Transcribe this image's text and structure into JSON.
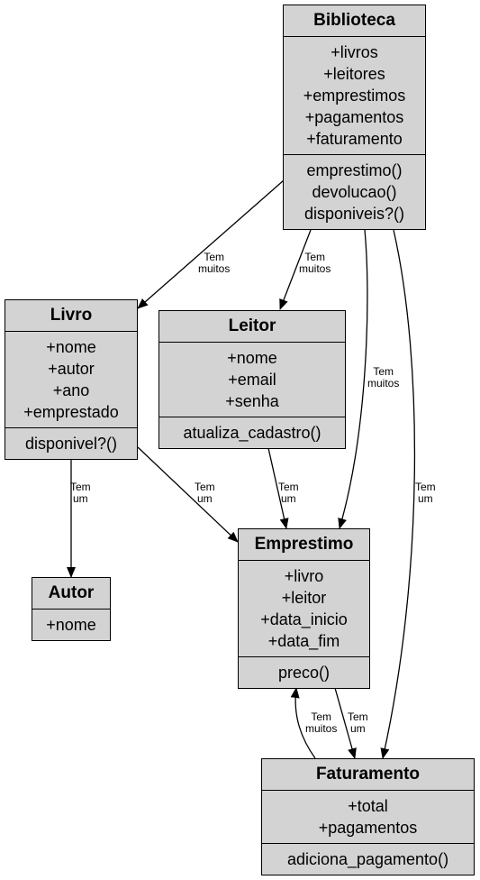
{
  "classes": {
    "biblioteca": {
      "name": "Biblioteca",
      "attributes": [
        "+livros",
        "+leitores",
        "+emprestimos",
        "+pagamentos",
        "+faturamento"
      ],
      "methods": [
        "emprestimo()",
        "devolucao()",
        "disponiveis?()"
      ]
    },
    "livro": {
      "name": "Livro",
      "attributes": [
        "+nome",
        "+autor",
        "+ano",
        "+emprestado"
      ],
      "methods": [
        "disponivel?()"
      ]
    },
    "leitor": {
      "name": "Leitor",
      "attributes": [
        "+nome",
        "+email",
        "+senha"
      ],
      "methods": [
        "atualiza_cadastro()"
      ]
    },
    "autor": {
      "name": "Autor",
      "attributes": [
        "+nome"
      ],
      "methods": []
    },
    "emprestimo": {
      "name": "Emprestimo",
      "attributes": [
        "+livro",
        "+leitor",
        "+data_inicio",
        "+data_fim"
      ],
      "methods": [
        "preco()"
      ]
    },
    "faturamento": {
      "name": "Faturamento",
      "attributes": [
        "+total",
        "+pagamentos"
      ],
      "methods": [
        "adiciona_pagamento()"
      ]
    }
  },
  "edges": [
    {
      "from": "biblioteca",
      "to": "livro",
      "label": [
        "Tem",
        "muitos"
      ]
    },
    {
      "from": "biblioteca",
      "to": "leitor",
      "label": [
        "Tem",
        "muitos"
      ]
    },
    {
      "from": "biblioteca",
      "to": "emprestimo",
      "label": [
        "Tem",
        "muitos"
      ]
    },
    {
      "from": "biblioteca",
      "to": "faturamento",
      "label": [
        "Tem",
        "um"
      ]
    },
    {
      "from": "livro",
      "to": "autor",
      "label": [
        "Tem",
        "um"
      ]
    },
    {
      "from": "livro",
      "to": "emprestimo",
      "label": [
        "Tem",
        "um"
      ]
    },
    {
      "from": "leitor",
      "to": "emprestimo",
      "label": [
        "Tem",
        "um"
      ]
    },
    {
      "from": "emprestimo",
      "to": "faturamento",
      "label": [
        "Tem",
        "um"
      ]
    },
    {
      "from": "faturamento",
      "to": "emprestimo",
      "label": [
        "Tem",
        "muitos"
      ]
    }
  ],
  "colors": {
    "box_fill": "#d3d3d3",
    "line": "#000000"
  }
}
